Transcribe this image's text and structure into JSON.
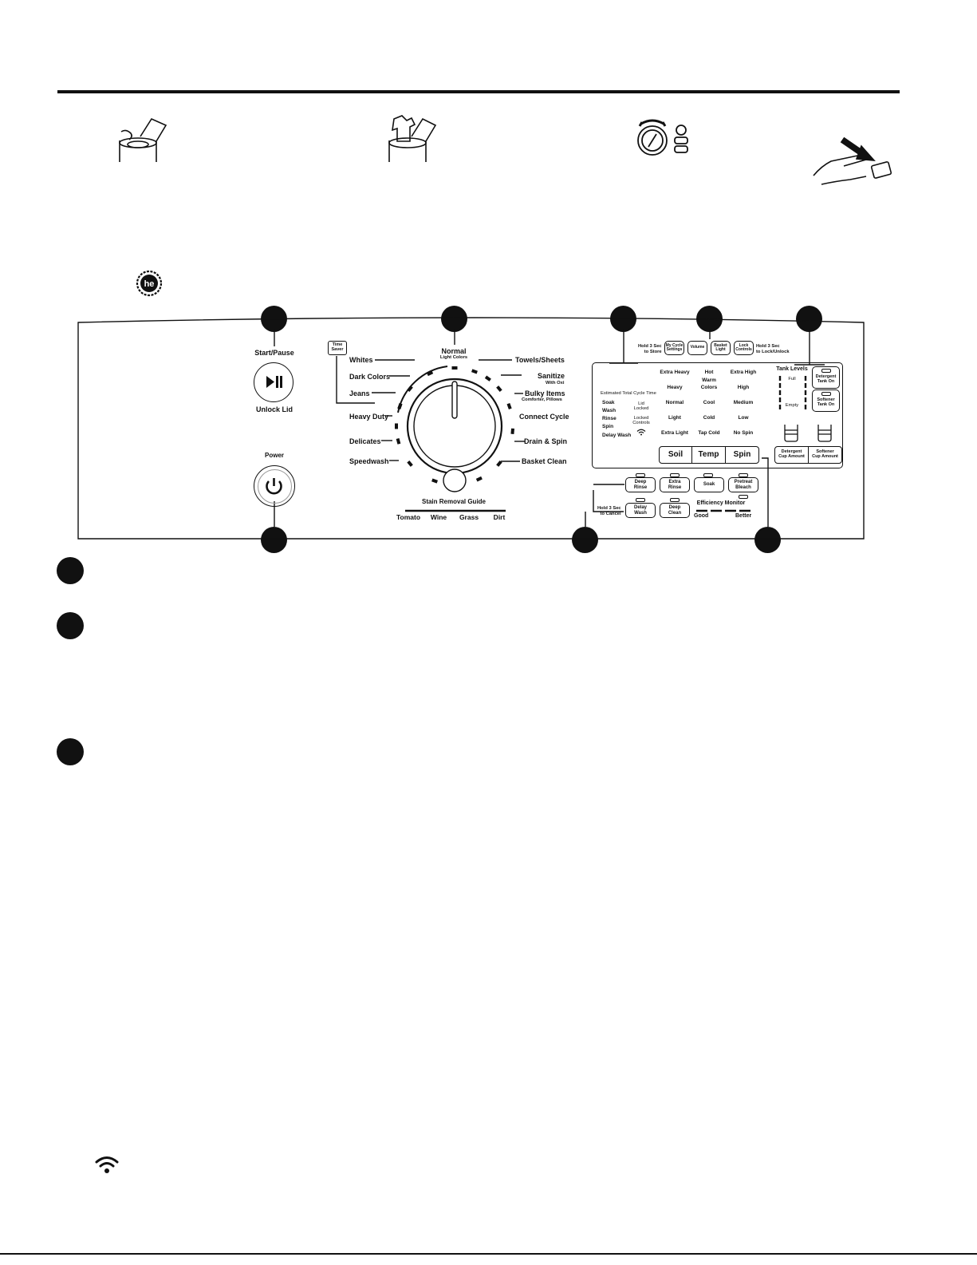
{
  "steps_icons": [
    "top-load-open-lid-icon",
    "load-clothes-icon",
    "dial-select-icon",
    "press-start-icon"
  ],
  "he_logo": "he",
  "panel": {
    "start_pause": "Start/Pause",
    "unlock_lid": "Unlock Lid",
    "power": "Power",
    "time_saver": "Time\nSaver",
    "cycles_left": [
      "Whites",
      "Dark Colors",
      "Jeans",
      "Heavy Duty",
      "Delicates",
      "Speedwash"
    ],
    "cycle_top": "Normal",
    "cycle_top_sub": "Light Colors",
    "cycles_right": [
      "Towels/Sheets",
      "Sanitize",
      "Bulky Items",
      "Connect Cycle",
      "Drain & Spin",
      "Basket Clean"
    ],
    "sanitize_sub": "With Oxi",
    "bulky_sub": "Comforter, Pillows",
    "stain_title": "Stain Removal Guide",
    "stains": [
      "Tomato",
      "Wine",
      "Grass",
      "Dirt"
    ],
    "hold_store": "Hold 3 Sec\nto Store",
    "my_cycle": "My Cycle\nSettings",
    "volume": "Volume",
    "basket_light": "Basket\nLight",
    "lock_controls": "Lock\nControls",
    "hold_lock": "Hold 3 Sec\nto Lock/Unlock",
    "est_time": "Estimated Total Cycle Time",
    "status": [
      "Soak",
      "Wash",
      "Rinse",
      "Spin",
      "Delay Wash"
    ],
    "lid_locked": "Lid\nLocked",
    "locked_controls": "Locked\nControls",
    "soil_levels": [
      "Extra Heavy",
      "Heavy",
      "Normal",
      "Light",
      "Extra Light"
    ],
    "temp_levels": [
      "Hot",
      "Warm",
      "Colors",
      "Cool",
      "Cold",
      "Tap Cold"
    ],
    "spin_levels": [
      "Extra High",
      "High",
      "Medium",
      "Low",
      "No Spin"
    ],
    "tank_levels": "Tank Levels",
    "full": "Full",
    "empty": "Empty",
    "detergent_tank": "Detergent\nTank On",
    "softener_tank": "Softener\nTank On",
    "soil": "Soil",
    "temp": "Temp",
    "spin": "Spin",
    "detergent_cup": "Detergent\nCup Amount",
    "softener_cup": "Softener\nCup Amount",
    "deep_rinse": "Deep\nRinse",
    "extra_rinse": "Extra\nRinse",
    "soak": "Soak",
    "pretreat": "Pretreat\nBleach",
    "hold_cancel": "Hold 3 Sec\nto Cancel",
    "delay_wash": "Delay\nWash",
    "deep_clean": "Deep\nClean",
    "efficiency": "Efficiency Monitor",
    "good": "Good",
    "better": "Better"
  },
  "wifi_icon": "wifi-icon"
}
